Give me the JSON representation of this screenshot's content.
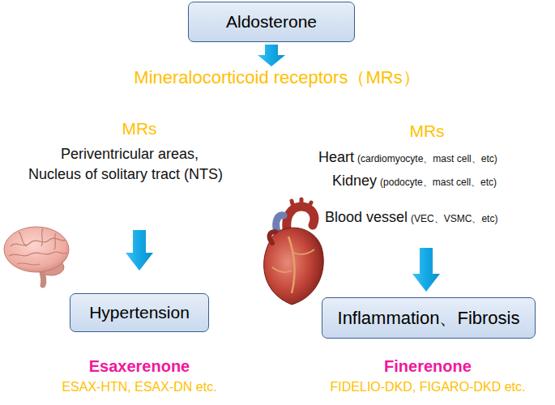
{
  "diagram": {
    "nodes": [
      {
        "text": [
          "Aldosterone"
        ]
      },
      {
        "text": [
          "Hypertension"
        ]
      },
      {
        "text": [
          "Inflammation、Fibrosis"
        ]
      }
    ],
    "labels": [
      "Mineralocorticoid receptors（MRs）",
      "MRs",
      "Periventricular areas,",
      "Nucleus of solitary tract (NTS)",
      "MRs",
      "Heart",
      "(cardiomyocyte、mast cell、etc)",
      "Kidney",
      "(podocyte、mast cell、etc)",
      "Blood vessel",
      "(VEC、VSMC、etc)",
      "Esaxerenone",
      "ESAX-HTN, ESAX-DN etc.",
      "Finerenone",
      "FIDELIO-DKD, FIGARO-DKD etc."
    ]
  }
}
